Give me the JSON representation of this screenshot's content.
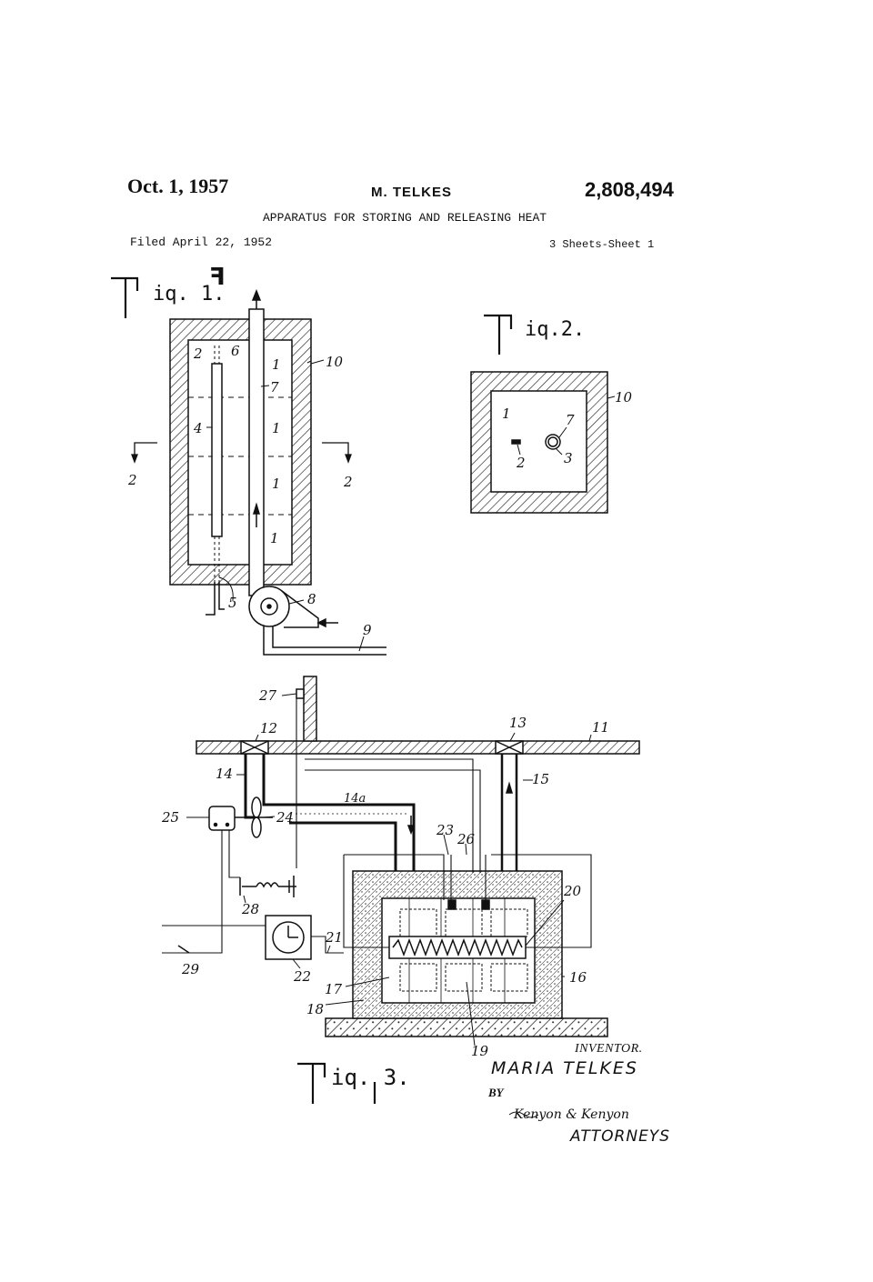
{
  "header": {
    "date": "Oct. 1, 1957",
    "inventor": "M. TELKES",
    "patent_number": "2,808,494",
    "title": "APPARATUS FOR STORING AND RELEASING HEAT",
    "filed": "Filed April 22, 1952",
    "sheets": "3 Sheets-Sheet 1"
  },
  "figures": {
    "fig1": {
      "label": "Fig. 1.",
      "refs": [
        "10",
        "1",
        "7",
        "2",
        "6",
        "4",
        "1",
        "1",
        "1",
        "2",
        "2",
        "5",
        "8",
        "9"
      ]
    },
    "fig2": {
      "label": "Fig. 2.",
      "refs": [
        "10",
        "1",
        "7",
        "2",
        "3"
      ]
    },
    "fig3": {
      "label": "Fig. 3.",
      "refs": [
        "27",
        "12",
        "13",
        "11",
        "14",
        "15",
        "14a",
        "25",
        "24",
        "23",
        "26",
        "20",
        "28",
        "21",
        "22",
        "29",
        "17",
        "18",
        "16",
        "19"
      ]
    }
  },
  "signature": {
    "inventor_label": "INVENTOR.",
    "inventor_name": "MARIA TELKES",
    "by": "BY",
    "attorney_signature": "Kenyon & Kenyon",
    "attorneys_label": "ATTORNEYS"
  }
}
